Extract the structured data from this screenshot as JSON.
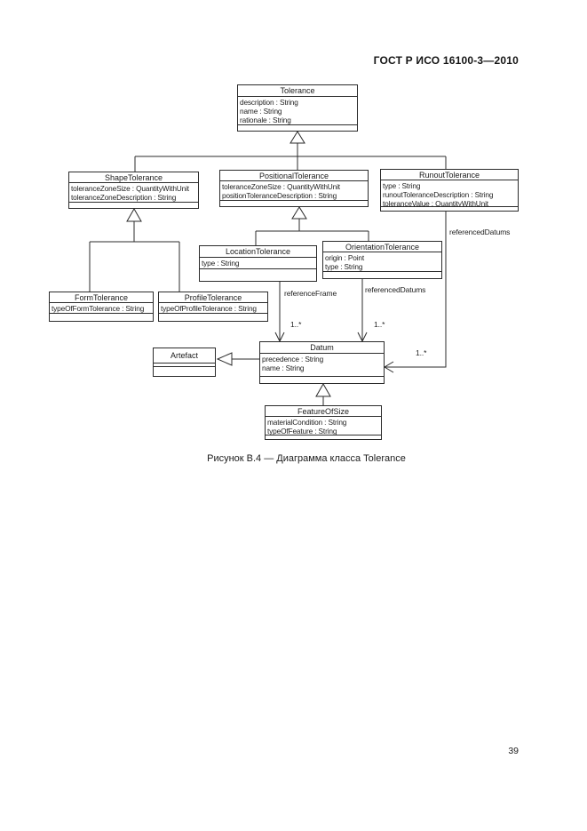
{
  "page": {
    "header": "ГОСТ Р ИСО 16100-3—2010",
    "caption": "Рисунок В.4 — Диаграмма класса Tolerance",
    "page_number": "39"
  },
  "diagram": {
    "classes": {
      "tolerance": {
        "title": "Tolerance",
        "attrs": [
          "description : String",
          "name : String",
          "rationale : String"
        ]
      },
      "shape_tolerance": {
        "title": "ShapeTolerance",
        "attrs": [
          "toleranceZoneSize : QuantityWithUnit",
          "toleranceZoneDescription : String"
        ]
      },
      "positional_tolerance": {
        "title": "PositionalTolerance",
        "attrs": [
          "toleranceZoneSize : QuantityWithUnit",
          "positionToleranceDescription : String"
        ]
      },
      "runout_tolerance": {
        "title": "RunoutTolerance",
        "attrs": [
          "type : String",
          "runoutToleranceDescription : String",
          "toleranceValue : QuantityWithUnit"
        ]
      },
      "location_tolerance": {
        "title": "LocationTolerance",
        "attrs": [
          "type : String"
        ]
      },
      "orientation_tolerance": {
        "title": "OrientationTolerance",
        "attrs": [
          "origin : Point",
          "type : String"
        ]
      },
      "form_tolerance": {
        "title": "FormTolerance",
        "attrs": [
          "typeOfFormTolerance : String"
        ]
      },
      "profile_tolerance": {
        "title": "ProfileTolerance",
        "attrs": [
          "typeOfProfileTolerance : String"
        ]
      },
      "datum": {
        "title": "Datum",
        "attrs": [
          "precedence : String",
          "name : String"
        ]
      },
      "artefact": {
        "title": "Artefact"
      },
      "feature_of_size": {
        "title": "FeatureOfSize",
        "attrs": [
          "materialCondition : String",
          "typeOfFeature : String"
        ]
      }
    },
    "labels": {
      "reference_frame": "referenceFrame",
      "referenced_datums_orientation": "referencedDatums",
      "referenced_datums_runout": "referencedDatums",
      "mult_location": "1..*",
      "mult_orientation": "1..*",
      "mult_runout": "1..*"
    }
  }
}
